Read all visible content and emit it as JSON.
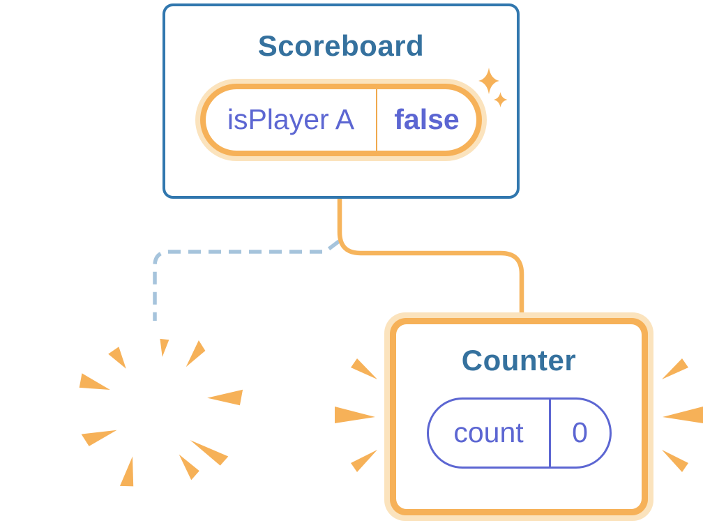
{
  "scoreboard": {
    "title": "Scoreboard",
    "state": {
      "label": "isPlayer A",
      "value": "false"
    }
  },
  "counter": {
    "title": "Counter",
    "state": {
      "label": "count",
      "value": "0"
    }
  },
  "colors": {
    "card_border_blue": "#3177ae",
    "title_blue": "#35719e",
    "state_purple": "#5c66d2",
    "highlight_orange": "#f6b158",
    "highlight_orange_glow": "#fbe3bd",
    "pill_divider_orange": "#f0a94d",
    "connector_orange": "#f6b45c",
    "dashed_connector_blue": "#a6c4dc",
    "background": "#ffffff"
  }
}
